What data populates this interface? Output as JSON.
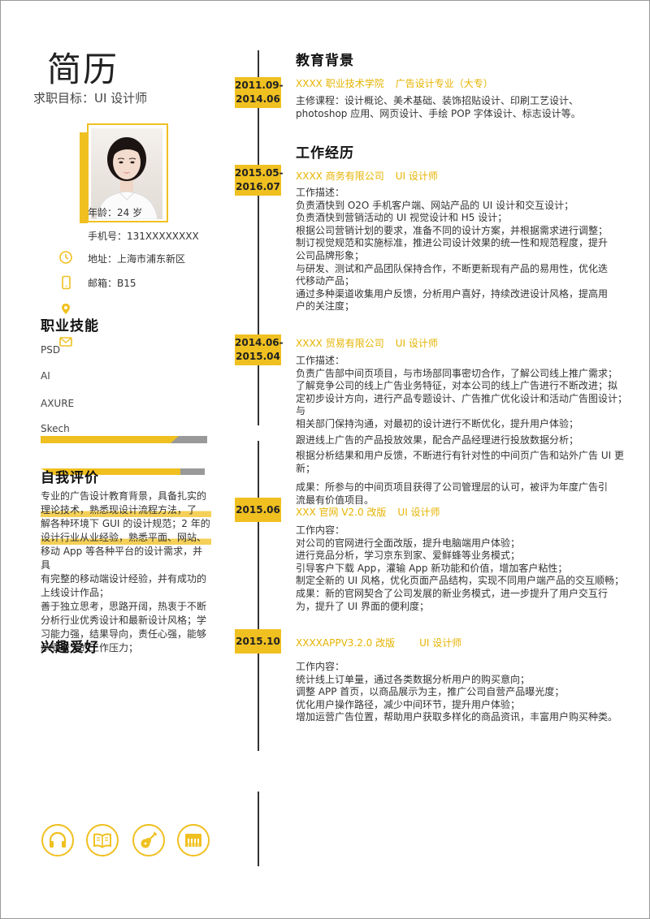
{
  "header": {
    "name": "简历",
    "objective": "求职目标：UI 设计师"
  },
  "info": {
    "age": "年龄：24 岁",
    "phone": "手机号：131XXXXXXXX",
    "address": "地址：上海市浦东新区",
    "email": "邮箱：B15"
  },
  "skills": {
    "title": "职业技能",
    "items": [
      "PSD",
      "AI",
      "AXURE",
      "Skech"
    ]
  },
  "evaluation": {
    "title": "自我评价",
    "lines": [
      "专业的广告设计教育背景，具备扎实的",
      "理论技术，熟悉现设计流程方法，了",
      "解各种环境下 GUI 的设计规范；2 年的",
      "设计行业从业经验，熟悉平面、网站、",
      "移动 App 等各种平台的设计需求，并具",
      "有完整的移动端设计经验，并有成功的",
      "上线设计作品；",
      "善于独立思考，思路开阔，热衷于不断",
      "分析行业优秀设计和最新设计风格；学",
      "习能力强，结果导向，责任心强，能够",
      "承受较大的工作压力；"
    ]
  },
  "hobbies": {
    "title": "兴趣爱好",
    "icons": [
      "headphones-icon",
      "book-icon",
      "guitar-icon",
      "piano-icon"
    ]
  },
  "education": {
    "title": "教育背景",
    "date": [
      "2011.09-",
      "2014.06"
    ],
    "school": "XXXX 职业技术学院",
    "major": "广告设计专业（大专）",
    "lines": [
      "主修课程：设计概论、美术基础、装饰招贴设计、印刷工艺设计、",
      "photoshop 应用、网页设计、手绘 POP 字体设计、标志设计等。"
    ]
  },
  "work": {
    "title": "工作经历",
    "entries": [
      {
        "date": [
          "2015.05-",
          "2016.07"
        ],
        "company": "XXXX 商务有限公司",
        "role": "UI 设计师",
        "lines": [
          "工作描述：",
          "负责酒快到 O2O 手机客户端、网站产品的 UI 设计和交互设计；",
          "负责酒快到营销活动的 UI 视觉设计和 H5 设计；",
          "根据公司营销计划的要求，准备不同的设计方案，并根据需求进行调整；",
          "制订视觉规范和实施标准，推进公司设计效果的统一性和规范程度，提升",
          "公司品牌形象；",
          "与研发、测试和产品团队保持合作，不断更新现有产品的易用性，优化迭",
          "代移动产品；",
          "通过多种渠道收集用户反馈，分析用户喜好，持续改进设计风格，提高用",
          "户的关注度；"
        ]
      },
      {
        "date": [
          "2014.06-",
          "2015.04"
        ],
        "company": "XXXX 贸易有限公司",
        "role": "UI 设计师",
        "lines": [
          "工作描述：",
          "负责广告部中间页项目，与市场部同事密切合作，了解公司线上推广需求；",
          "了解竞争公司的线上广告业务特征，对本公司的线上广告进行不断改进；拟",
          "定初步设计方向，进行产品专题设计、广告推广优化设计和活动广告图设计；与",
          "相关部门保持沟通，对最初的设计进行不断优化，提升用户体验；",
          "跟进线上广告的产品投放效果，配合产品经理进行投放数据分析；",
          "根据分析结果和用户反馈，不断进行有针对性的中间页广告和站外广告 UI 更新；",
          "",
          "成果：所参与的中间页项目获得了公司管理层的认可，被评为年度广告引",
          "流最有价值项目。"
        ]
      },
      {
        "date": [
          "2015.06"
        ],
        "company": "XXX 官网 V2.0 改版",
        "role": "UI 设计师",
        "lines": [
          "工作内容：",
          "对公司的官网进行全面改版，提升电脑端用户体验；",
          "进行竞品分析，学习京东到家、爱鲜蜂等业务模式；",
          "引导客户下载 App，灌输 App 新功能和价值，增加客户粘性；",
          "制定全新的 UI 风格，优化页面产品结构，实现不同用户端产品的交互顺畅；",
          "成果：新的官网契合了公司发展的新业务模式，进一步提升了用户交互行",
          "为，提升了 UI 界面的便利度；"
        ]
      },
      {
        "date": [
          "2015.10"
        ],
        "company": "XXXXAPPV3.2.0 改版",
        "role": "UI 设计师",
        "lines": [
          "工作内容：",
          "统计线上订单量，通过各类数据分析用户的购买意向；",
          "调整 APP 首页，以商品展示为主，推广公司自营产品曝光度；",
          "优化用户操作路径，减少中间环节，提升用户体验；",
          "增加运营广告位置，帮助用户获取多样化的商品资讯，丰富用户购买种类。"
        ]
      }
    ]
  },
  "colors": {
    "accent": "#f0c020",
    "accent_text": "#e6b300",
    "dark": "#333333",
    "gray": "#999999"
  }
}
